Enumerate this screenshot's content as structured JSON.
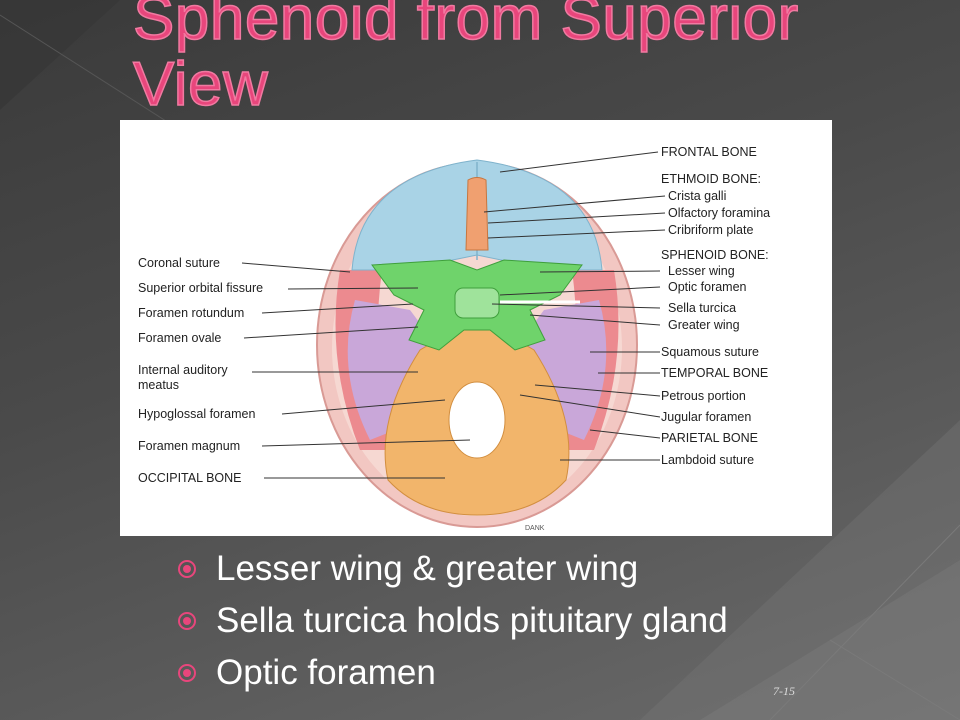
{
  "slide": {
    "title": "Sphenoid from Superior View",
    "page_number": "7-15"
  },
  "figure": {
    "left_labels": [
      "Coronal suture",
      "Superior orbital fissure",
      "Foramen rotundum",
      "Foramen ovale",
      "Internal auditory",
      "meatus",
      "Hypoglossal foramen",
      "Foramen magnum",
      "OCCIPITAL BONE"
    ],
    "right_labels": [
      "FRONTAL BONE",
      "ETHMOID BONE:",
      "Crista galli",
      "Olfactory foramina",
      "Cribriform plate",
      "SPHENOID BONE:",
      "Lesser wing",
      "Optic foramen",
      "Sella turcica",
      "Greater wing",
      "Squamous suture",
      "TEMPORAL BONE",
      "Petrous portion",
      "Jugular foramen",
      "PARIETAL BONE",
      "Lambdoid suture"
    ],
    "signature": "DANK"
  },
  "bullets": [
    "Lesser wing & greater wing",
    "Sella turcica holds pituitary gland",
    "Optic foramen"
  ],
  "colors": {
    "title": "#e8467c",
    "bullet": "#e8467c",
    "frontal": "#a9d3e6",
    "sphenoid": "#6fd36b",
    "temporal": "#c9a7d9",
    "occipital": "#f2b56b",
    "parietal": "#ec8a8f"
  }
}
